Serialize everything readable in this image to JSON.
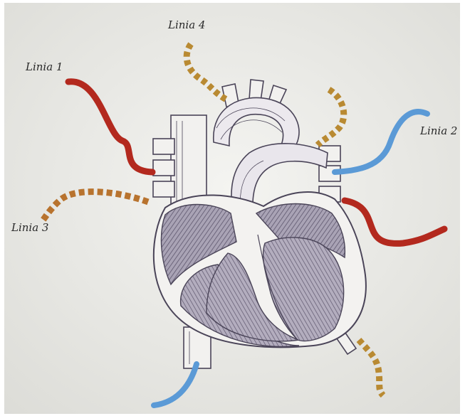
{
  "labels": {
    "linia1": "Linia 1",
    "linia2": "Linia 2",
    "linia3": "Linia 3",
    "linia4": "Linia 4"
  },
  "colors": {
    "paper": "#ededea",
    "red": "#b3291e",
    "blue": "#5b9ad6",
    "ochre": "#b98a32",
    "orange_dash": "#b8732e",
    "ink": "#4a4458",
    "chamber_fill": "#8c869a"
  },
  "diagram": {
    "subject": "heart cross-section with four vessel lines",
    "lines": [
      {
        "label_key": "linia1",
        "color": "red",
        "style": "solid"
      },
      {
        "label_key": "linia2",
        "color": "blue",
        "style": "solid"
      },
      {
        "label_key": "linia3",
        "color": "orange_dash",
        "style": "dashed"
      },
      {
        "label_key": "linia4",
        "color": "ochre",
        "style": "dashed"
      }
    ]
  }
}
